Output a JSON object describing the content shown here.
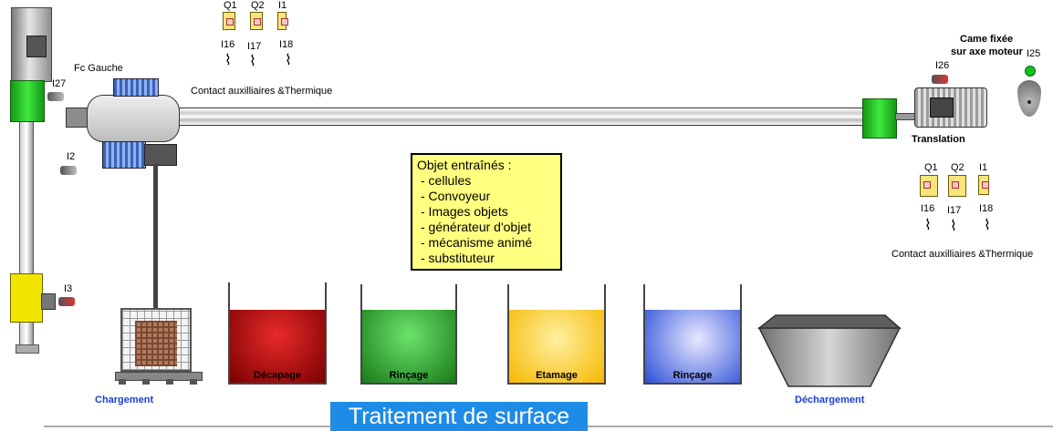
{
  "title": "Traitement de surface",
  "labels": {
    "fc_gauche": "Fc Gauche",
    "contact_top": "Contact auxilliaires &Thermique",
    "contact_right": "Contact auxilliaires &Thermique",
    "came_line1": "Came fixée",
    "came_line2": "sur axe moteur",
    "translation": "Translation",
    "chargement": "Chargement",
    "dechargement": "Déchargement"
  },
  "relays_top": [
    {
      "relay": "Q1",
      "input": "I16"
    },
    {
      "relay": "Q2",
      "input": "I17"
    },
    {
      "relay": "I1",
      "input": "I18"
    }
  ],
  "relays_right": [
    {
      "relay": "Q1",
      "input": "I16"
    },
    {
      "relay": "Q2",
      "input": "I17"
    },
    {
      "relay": "I1",
      "input": "I18"
    }
  ],
  "sensors": {
    "i27": "I27",
    "i2": "I2",
    "i3": "I3",
    "i26": "I26",
    "i25": "I25"
  },
  "info_box": {
    "heading": "Objet entraînés :",
    "items": [
      "- cellules",
      "- Convoyeur",
      "- Images objets",
      "- générateur d'objet",
      "- mécanisme animé",
      "- substituteur"
    ]
  },
  "tanks": [
    {
      "name": "Décapage",
      "color": "#b01010"
    },
    {
      "name": "Rinçage",
      "color": "#2aa02a"
    },
    {
      "name": "Etamage",
      "color": "#f7c21a"
    },
    {
      "name": "Rinçage",
      "color": "#3a5de0"
    }
  ],
  "colors": {
    "title_bg": "#1e8ce6",
    "info_bg": "#ffff80",
    "green_block": "#22cc22",
    "yellow_block": "#f2e600",
    "label_blue": "#1a3fd6"
  }
}
